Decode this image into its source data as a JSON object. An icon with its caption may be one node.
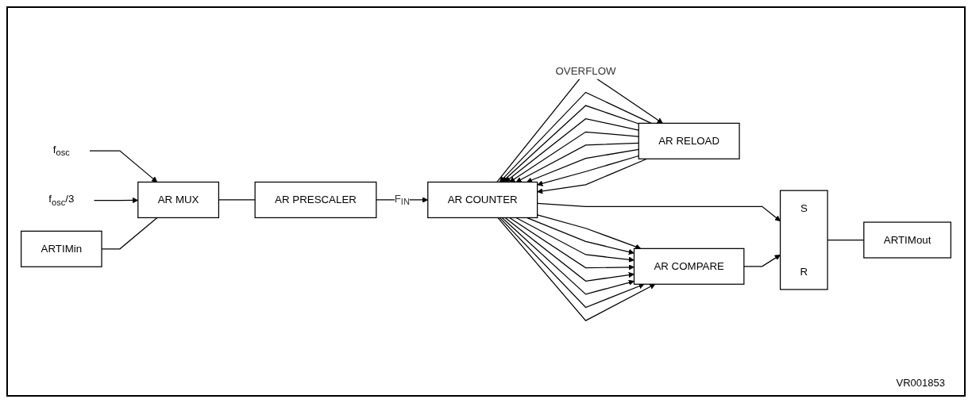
{
  "diagram": {
    "nodes": [
      {
        "text": [
          "f$_{osc}$"
        ]
      },
      {
        "text": [
          "f$_{osc}$/3"
        ]
      },
      {
        "text": [
          "ARTIMin"
        ]
      },
      {
        "text": [
          "AR MUX"
        ]
      },
      {
        "text": [
          "AR PRESCALER"
        ]
      },
      {
        "text": [
          "AR RELOAD"
        ]
      },
      {
        "text": [
          "AR COUNTER"
        ]
      },
      {
        "text": [
          "AR COMPARE"
        ]
      },
      {
        "text": [
          "S",
          "R"
        ]
      },
      {
        "text": [
          "ARTIMout"
        ]
      }
    ],
    "edges": [
      {
        "from": 0,
        "to": 3,
        "arrow": "to"
      },
      {
        "from": 1,
        "to": 3,
        "arrow": "to"
      },
      {
        "from": 2,
        "to": 3,
        "arrow": "none"
      },
      {
        "from": 3,
        "to": 4,
        "arrow": "none"
      },
      {
        "from": 4,
        "to": 6,
        "arrow": "to",
        "label": "F$_{IN}$"
      },
      {
        "from": 5,
        "to": 6,
        "arrow": "to"
      },
      {
        "from": 5,
        "to": 6,
        "arrow": "to"
      },
      {
        "from": 5,
        "to": 6,
        "arrow": "to"
      },
      {
        "from": 5,
        "to": 6,
        "arrow": "to"
      },
      {
        "from": 5,
        "to": 6,
        "arrow": "to"
      },
      {
        "from": 5,
        "to": 6,
        "arrow": "to"
      },
      {
        "from": 5,
        "to": 6,
        "arrow": "to"
      },
      {
        "from": 5,
        "to": 6,
        "arrow": "to"
      },
      {
        "from": 6,
        "to": 7,
        "arrow": "to"
      },
      {
        "from": 6,
        "to": 7,
        "arrow": "to"
      },
      {
        "from": 6,
        "to": 7,
        "arrow": "to"
      },
      {
        "from": 6,
        "to": 7,
        "arrow": "to"
      },
      {
        "from": 6,
        "to": 7,
        "arrow": "to"
      },
      {
        "from": 6,
        "to": 7,
        "arrow": "to"
      },
      {
        "from": 6,
        "to": 7,
        "arrow": "to"
      },
      {
        "from": 6,
        "to": 7,
        "arrow": "to"
      },
      {
        "from": 6,
        "to": 8,
        "arrow": "to"
      },
      {
        "from": 6,
        "to": 5,
        "arrow": "to",
        "label": "OVERFLOW"
      },
      {
        "from": 7,
        "to": 8,
        "arrow": "to"
      },
      {
        "from": 8,
        "to": 9,
        "arrow": "none"
      }
    ],
    "labels": [
      "VR001853"
    ]
  }
}
